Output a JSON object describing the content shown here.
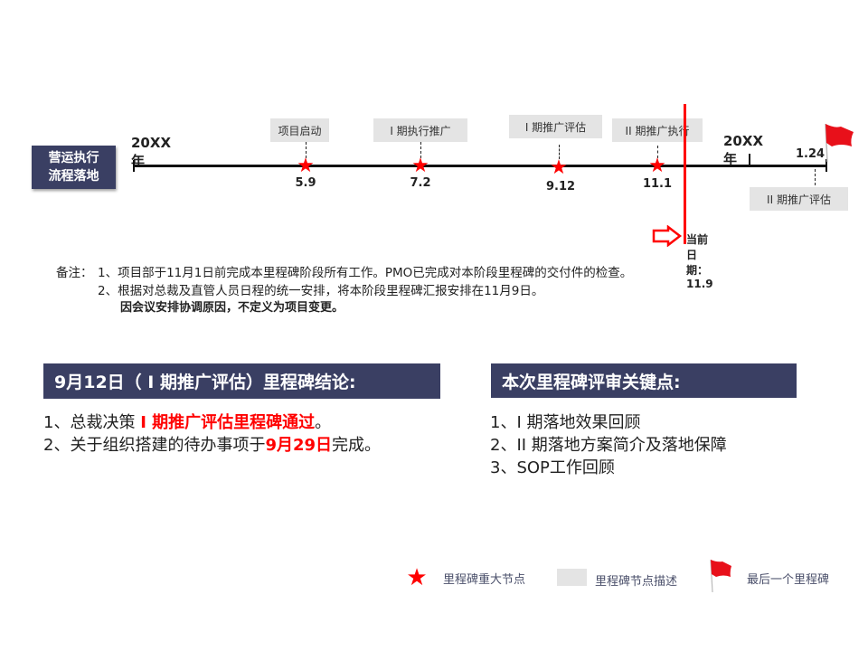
{
  "timeline": {
    "side_label_line1": "营运执行",
    "side_label_line2": "流程落地",
    "year_start": "20XX年",
    "year_end": "20XX年",
    "milestones": [
      {
        "label": "项目启动",
        "date": "5.9"
      },
      {
        "label": "I 期执行推广",
        "date": "7.2"
      },
      {
        "label": "I 期推广评估",
        "date": "9.12"
      },
      {
        "label": "II 期推广执行",
        "date": "11.1"
      }
    ],
    "final": {
      "label": "II 期推广评估",
      "date": "1.24"
    },
    "current_date_label": "当前日期：11.9"
  },
  "notes": {
    "prefix": "备注：",
    "line1": "1、项目部于11月1日前完成本里程碑阶段所有工作。PMO已完成对本阶段里程碑的交付件的检查。",
    "line2": "2、根据对总裁及直管人员日程的统一安排，将本阶段里程碑汇报安排在11月9日。",
    "line3": "因会议安排协调原因，不定义为项目变更。"
  },
  "conclusion": {
    "title": "9月12日（ I 期推广评估）里程碑结论:",
    "item1_pre": "1、总裁决策 ",
    "item1_red": "I 期推广评估里程碑通过",
    "item1_post": "。",
    "item2_pre": "2、关于组织搭建的待办事项于",
    "item2_red": "9月29日",
    "item2_post": "完成。"
  },
  "keypoints": {
    "title": "本次里程碑评审关键点:",
    "items": [
      "1、I 期落地效果回顾",
      "2、II 期落地方案简介及落地保障",
      "3、SOP工作回顾"
    ]
  },
  "legend": {
    "star": "里程碑重大节点",
    "box": "里程碑节点描述",
    "flag": "最后一个里程碑"
  },
  "colors": {
    "accent": "#3a3f63",
    "red": "#ff0000",
    "label_bg": "#e4e4e4"
  }
}
